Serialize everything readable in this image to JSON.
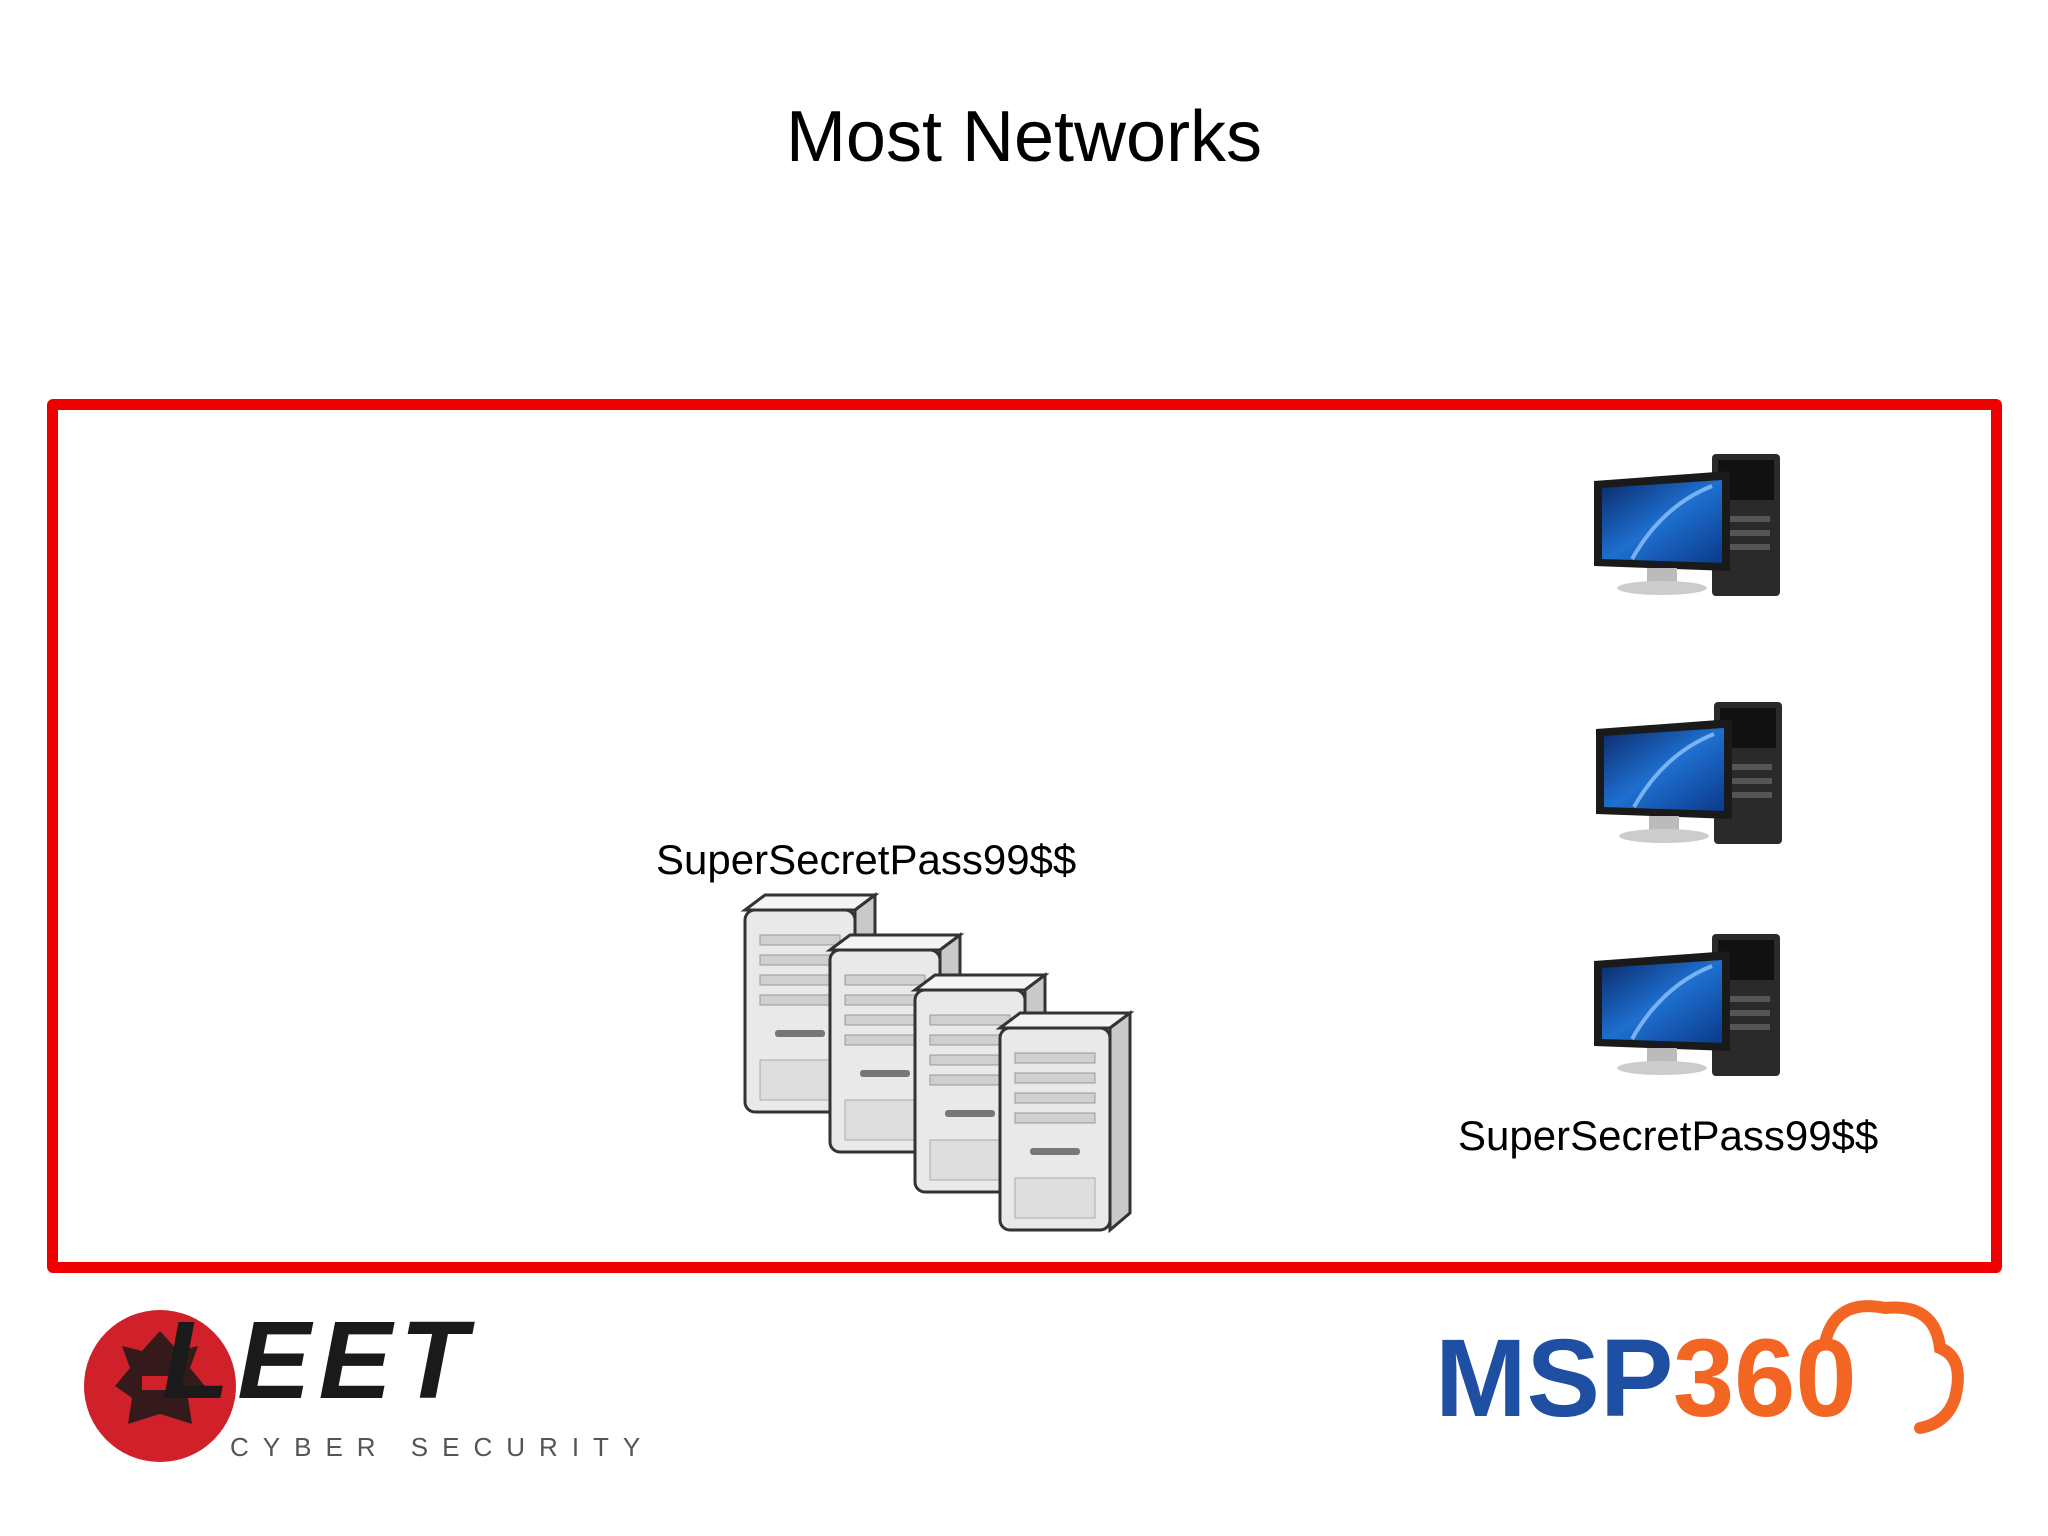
{
  "slide": {
    "title": "Most Networks"
  },
  "diagram": {
    "frame_color": "#ee0000",
    "server_group": {
      "label": "SuperSecretPass99$$",
      "icon": "server-tower-icon",
      "count": 4
    },
    "workstations": {
      "label": "SuperSecretPass99$$",
      "icon": "desktop-computer-icon",
      "count": 3
    }
  },
  "footer": {
    "left_logo": {
      "name": "LEET",
      "tagline": "CYBER SECURITY",
      "color": "#d0202a"
    },
    "right_logo": {
      "name_part1": "MSP",
      "name_part2": "360",
      "color_part1": "#1f4fa3",
      "color_part2": "#f26522"
    }
  }
}
